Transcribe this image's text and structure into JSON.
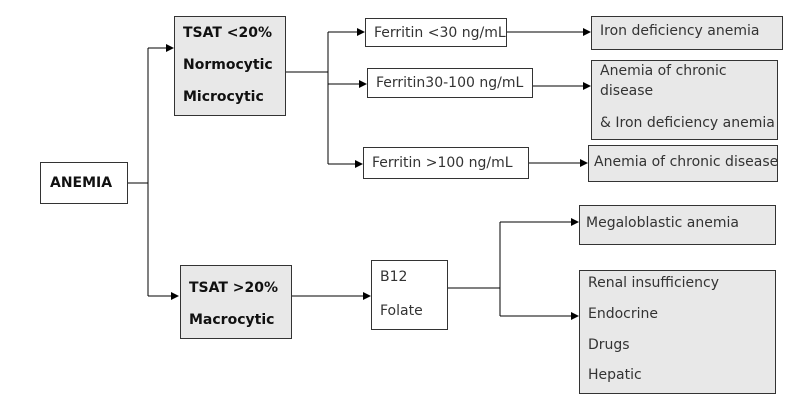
{
  "root": {
    "label": "ANEMIA"
  },
  "branches": {
    "tsat_low": {
      "lines": [
        "TSAT <20%",
        "Normocytic",
        "Microcytic"
      ]
    },
    "tsat_high": {
      "lines": [
        "TSAT  >20%",
        "Macrocytic"
      ]
    }
  },
  "ferritin": {
    "low": "Ferritin <30 ng/mL",
    "mid": "Ferritin30-100 ng/mL",
    "high": "Ferritin >100 ng/mL"
  },
  "results": {
    "iron_deficiency": "Iron deficiency anemia",
    "chronic_and_iron": [
      "Anemia of chronic",
      "disease",
      "& Iron deficiency anemia"
    ],
    "chronic": "Anemia of chronic disease",
    "megaloblastic": "Megaloblastic anemia",
    "other_causes": [
      "Renal insufficiency",
      "Endocrine",
      "Drugs",
      "Hepatic"
    ]
  },
  "vitamins": {
    "lines": [
      "B12",
      "Folate"
    ]
  }
}
